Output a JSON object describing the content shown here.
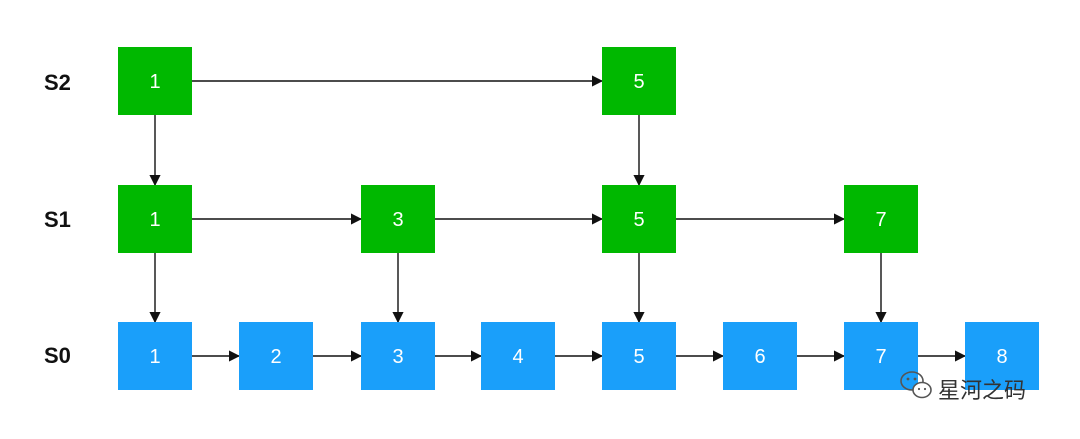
{
  "levels": [
    {
      "label": "S2",
      "color": "#00b800",
      "nodes": [
        "1",
        "5"
      ]
    },
    {
      "label": "S1",
      "color": "#00b800",
      "nodes": [
        "1",
        "3",
        "5",
        "7"
      ]
    },
    {
      "label": "S0",
      "color": "#1a9ffa",
      "nodes": [
        "1",
        "2",
        "3",
        "4",
        "5",
        "6",
        "7",
        "8"
      ]
    }
  ],
  "watermark": {
    "text": "星河之码",
    "icon": "wechat-icon"
  }
}
